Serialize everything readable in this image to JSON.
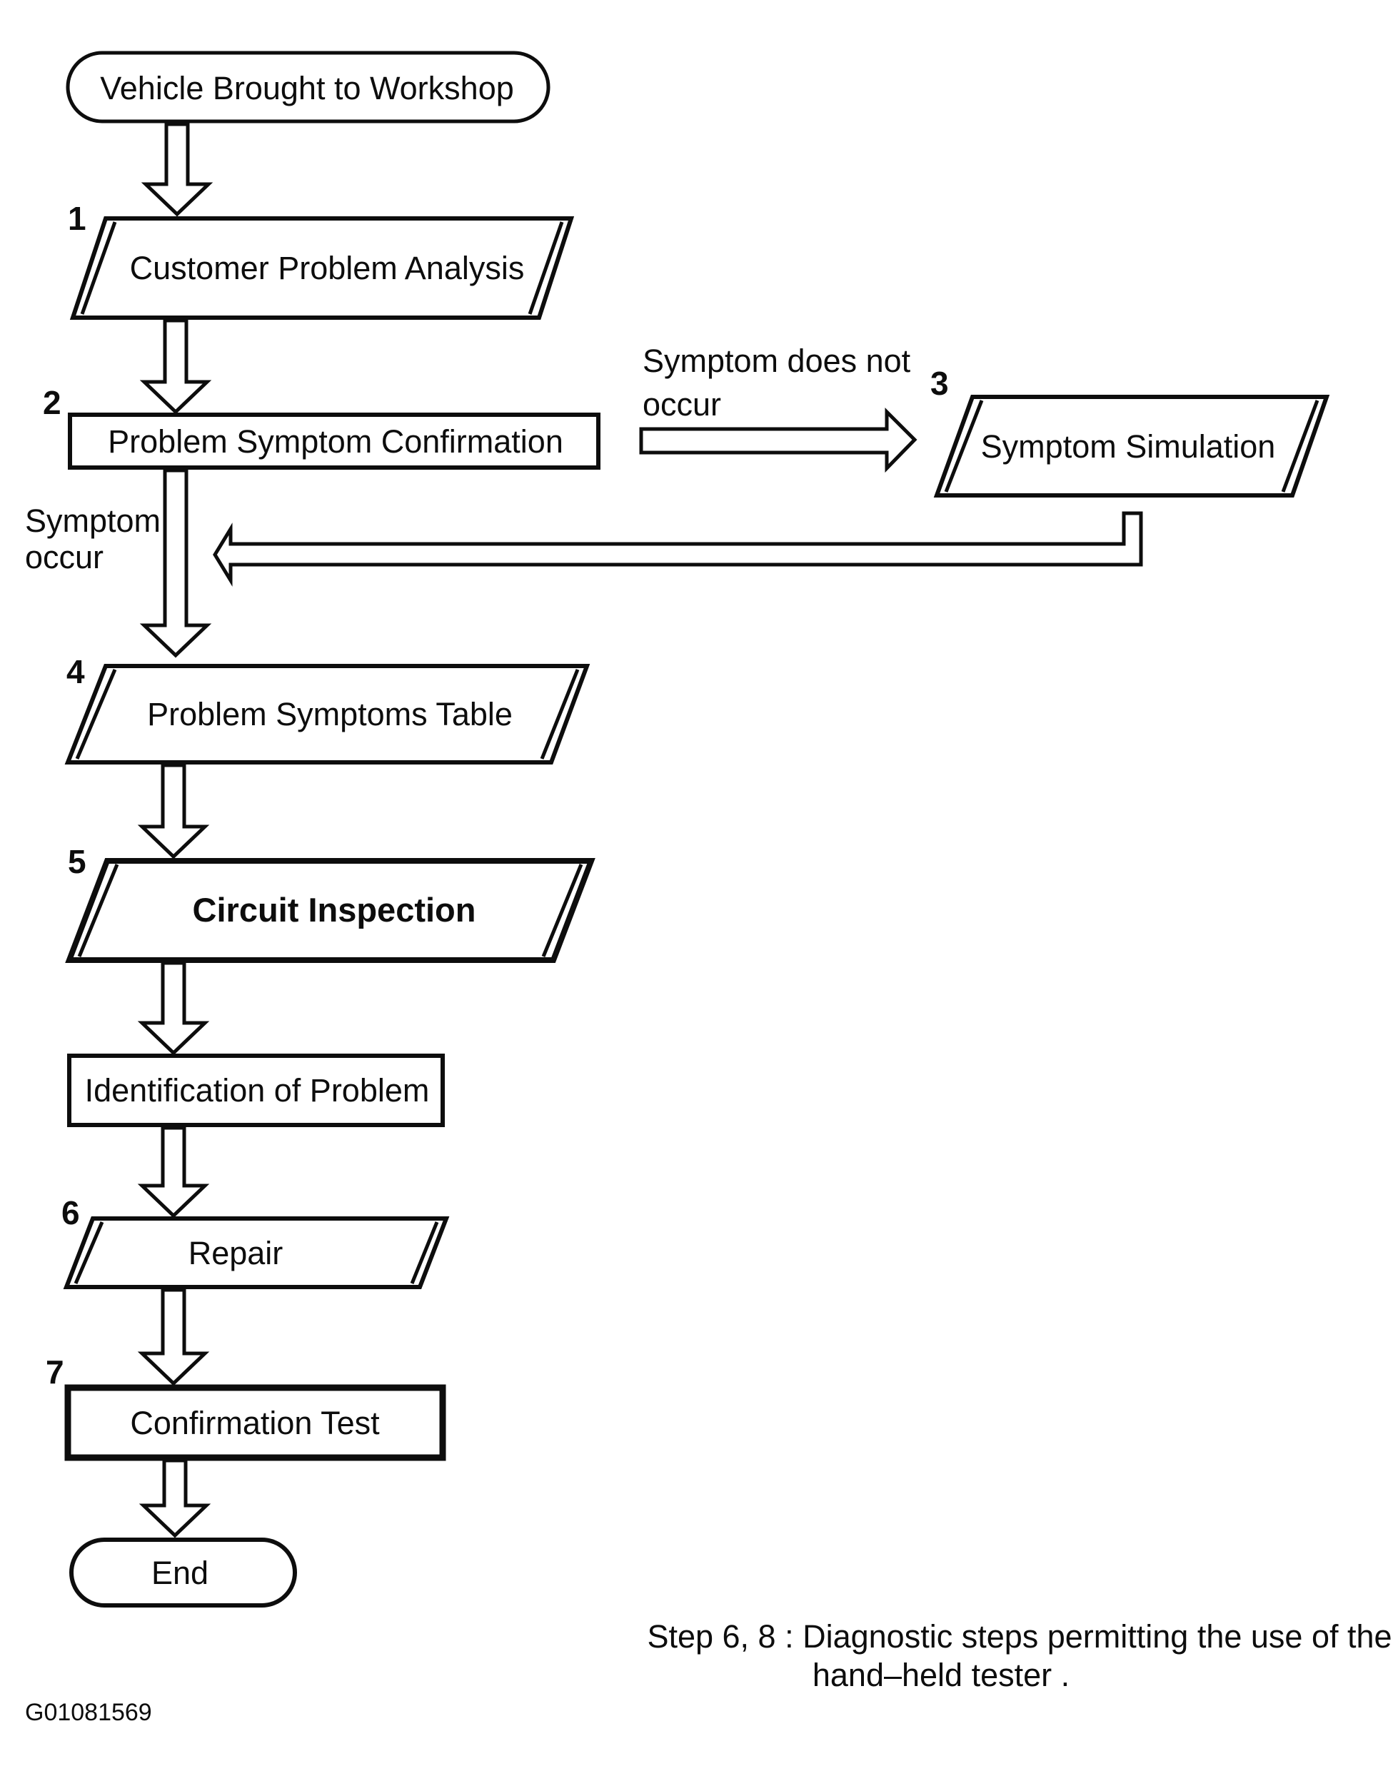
{
  "figure": {
    "id": "G01081569"
  },
  "nodes": {
    "start": {
      "label": "Vehicle Brought to Workshop"
    },
    "customer_problem_analysis": {
      "number": "1",
      "label": "Customer Problem Analysis"
    },
    "problem_symptom_confirmation": {
      "number": "2",
      "label": "Problem Symptom Confirmation"
    },
    "symptom_simulation": {
      "number": "3",
      "label": "Symptom Simulation"
    },
    "problem_symptoms_table": {
      "number": "4",
      "label": "Problem Symptoms Table"
    },
    "circuit_inspection": {
      "number": "5",
      "label": "Circuit Inspection"
    },
    "identification_of_problem": {
      "label": "Identification of Problem"
    },
    "repair": {
      "number": "6",
      "label": "Repair"
    },
    "confirmation_test": {
      "number": "7",
      "label": "Confirmation Test"
    },
    "end": {
      "label": "End"
    }
  },
  "edge_labels": {
    "symptom_does_not_occur": {
      "line1": "Symptom does not",
      "line2": "occur"
    },
    "symptom_occur": {
      "line1": "Symptom",
      "line2": "occur"
    }
  },
  "caption": {
    "line1": "Step 6, 8 : Diagnostic steps permitting the use of the",
    "line2": "hand–held tester ."
  },
  "colors": {
    "ink": "#0d0d0d",
    "paper": "#ffffff"
  }
}
